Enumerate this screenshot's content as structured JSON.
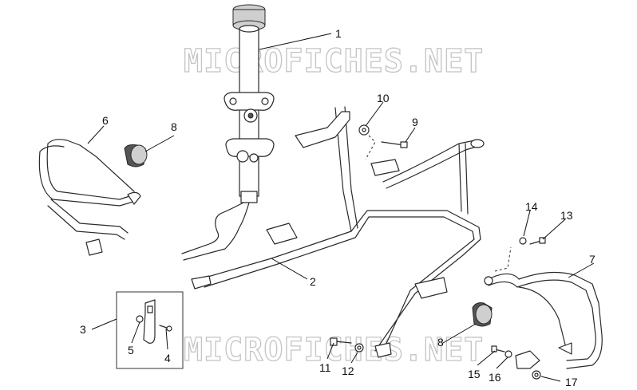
{
  "watermark": {
    "top_text": "MICROFICHES.NET",
    "bottom_text": "MICROFICHES.NET"
  },
  "callouts": [
    {
      "id": "1",
      "label": "1"
    },
    {
      "id": "2",
      "label": "2"
    },
    {
      "id": "3",
      "label": "3"
    },
    {
      "id": "4",
      "label": "4"
    },
    {
      "id": "5",
      "label": "5"
    },
    {
      "id": "6",
      "label": "6"
    },
    {
      "id": "7",
      "label": "7"
    },
    {
      "id": "8a",
      "label": "8"
    },
    {
      "id": "8b",
      "label": "8"
    },
    {
      "id": "9",
      "label": "9"
    },
    {
      "id": "10",
      "label": "10"
    },
    {
      "id": "11",
      "label": "11"
    },
    {
      "id": "12",
      "label": "12"
    },
    {
      "id": "13",
      "label": "13"
    },
    {
      "id": "14",
      "label": "14"
    },
    {
      "id": "15",
      "label": "15"
    },
    {
      "id": "16",
      "label": "16"
    },
    {
      "id": "17",
      "label": "17"
    }
  ]
}
